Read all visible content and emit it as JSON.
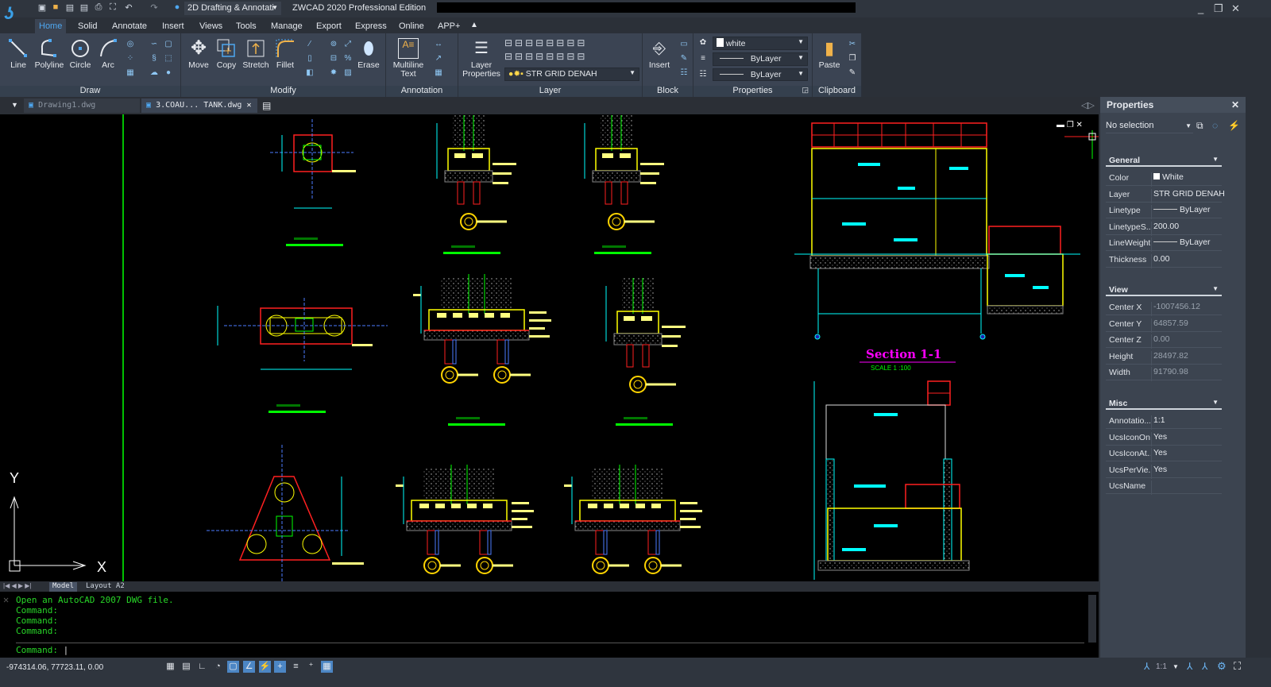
{
  "titlebar": {
    "workspace": "2D Drafting & Annotati",
    "app_title": "ZWCAD 2020 Professional Edition",
    "quick_access": [
      "new-icon",
      "open-icon",
      "save-icon",
      "save-as-icon",
      "print-icon",
      "plot-preview-icon",
      "undo-icon",
      "redo-icon",
      "help-icon"
    ]
  },
  "ribbon_tabs": [
    "Home",
    "Solid",
    "Annotate",
    "Insert",
    "Views",
    "Tools",
    "Manage",
    "Export",
    "Express",
    "Online",
    "APP+"
  ],
  "ribbon": {
    "draw": {
      "label": "Draw",
      "tools": [
        "Line",
        "Polyline",
        "Circle",
        "Arc"
      ]
    },
    "modify": {
      "label": "Modify",
      "tools": [
        "Move",
        "Copy",
        "Stretch",
        "Fillet",
        "Erase"
      ]
    },
    "annotation": {
      "label": "Annotation",
      "multiline": "Multiline",
      "text": "Text"
    },
    "layer": {
      "label": "Layer",
      "layer_btn1": "Layer",
      "layer_btn2": "Properties",
      "current_layer": "STR GRID DENAH"
    },
    "block": {
      "label": "Block",
      "insert": "Insert"
    },
    "properties": {
      "label": "Properties",
      "color": "white",
      "linetype": "ByLayer",
      "lineweight": "ByLayer"
    },
    "clipboard": {
      "label": "Clipboard",
      "paste": "Paste"
    }
  },
  "doc_tabs": [
    {
      "label": "Drawing1.dwg",
      "active": false
    },
    {
      "label": "3.COAU... TANK.dwg",
      "active": true
    }
  ],
  "drawing": {
    "section_title": "Section 1-1",
    "section_scale": "SCALE 1 :100",
    "ucs_x": "X",
    "ucs_y": "Y"
  },
  "properties_panel": {
    "title": "Properties",
    "selection": "No selection",
    "general": {
      "label": "General",
      "rows": [
        [
          "Color",
          "White"
        ],
        [
          "Layer",
          "STR GRID DENAH"
        ],
        [
          "Linetype",
          "ByLayer"
        ],
        [
          "LinetypeS...",
          "200.00"
        ],
        [
          "LineWeight",
          "ByLayer"
        ],
        [
          "Thickness",
          "0.00"
        ]
      ]
    },
    "view": {
      "label": "View",
      "rows": [
        [
          "Center X",
          "-1007456.12"
        ],
        [
          "Center Y",
          "64857.59"
        ],
        [
          "Center Z",
          "0.00"
        ],
        [
          "Height",
          "28497.82"
        ],
        [
          "Width",
          "91790.98"
        ]
      ]
    },
    "misc": {
      "label": "Misc",
      "rows": [
        [
          "Annotatio...",
          "1:1"
        ],
        [
          "UcsIconOn",
          "Yes"
        ],
        [
          "UcsIconAt...",
          "Yes"
        ],
        [
          "UcsPerVie...",
          "Yes"
        ],
        [
          "UcsName",
          ""
        ]
      ]
    }
  },
  "layout_tabs": [
    "Model",
    "Layout A2"
  ],
  "command": {
    "history": [
      "Open an AutoCAD 2007 DWG file.",
      "Command:",
      "Command:",
      "Command:"
    ],
    "prompt": "Command:"
  },
  "status": {
    "coords": "-974314.06, 77723.11, 0.00",
    "annotation_scale": "1:1"
  },
  "colors": {
    "accent": "#4ea7f0",
    "cad_yellow": "#ffff00",
    "cad_red": "#ff2020",
    "cad_cyan": "#00ffff",
    "cad_green": "#00ff00",
    "cad_magenta": "#ff00ff"
  }
}
